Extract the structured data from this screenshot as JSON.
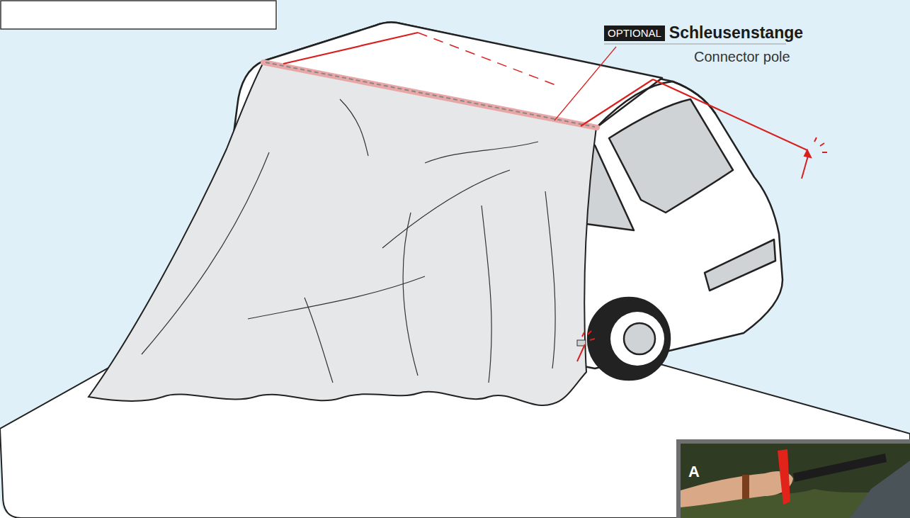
{
  "diagram": {
    "labels": [
      "OPTIONAL",
      "Schleusenstange",
      "Connector pole",
      "A"
    ]
  }
}
